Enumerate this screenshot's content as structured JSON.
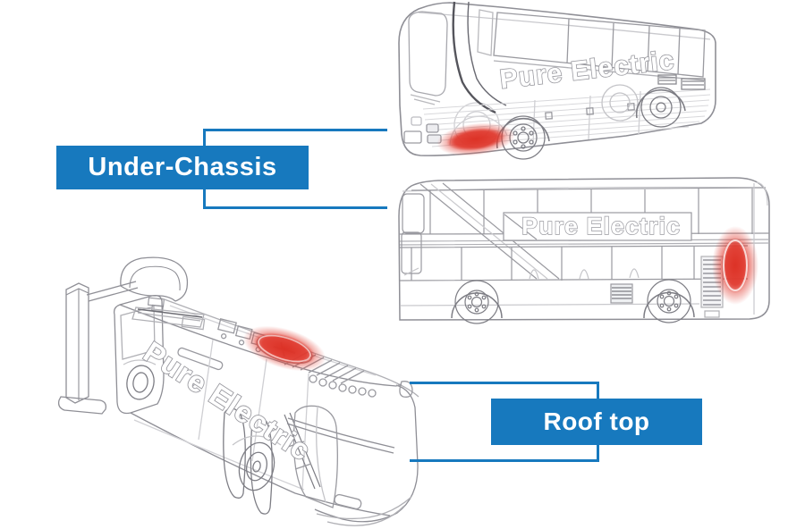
{
  "labels": {
    "under_chassis": {
      "text": "Under-Chassis"
    },
    "roof_top": {
      "text": "Roof top"
    }
  },
  "branding": {
    "coach": "Pure Electric",
    "double_decker": "Pure Electric",
    "city_bus": "Pure Electric"
  },
  "colors": {
    "accent_blue": "#1779BE",
    "highlight_red": "#E03A2F",
    "line_gray": "#9A9AA0",
    "background": "#FFFFFF"
  }
}
